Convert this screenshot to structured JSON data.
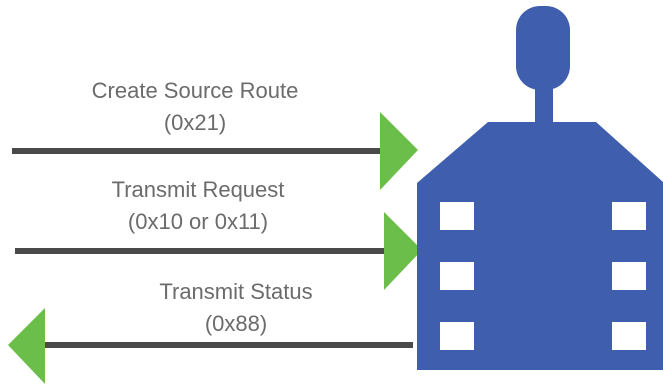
{
  "colors": {
    "arrow_line": "#4a4a4a",
    "arrow_head": "#6cbe4b",
    "device_body": "#3f5fae",
    "device_slot": "#ffffff",
    "label_text": "#6b6b6b"
  },
  "messages": [
    {
      "name": "Create Source Route",
      "code": "(0x21)",
      "direction": "to-device"
    },
    {
      "name": "Transmit Request",
      "code": "(0x10 or 0x11)",
      "direction": "to-device"
    },
    {
      "name": "Transmit Status",
      "code": "(0x88)",
      "direction": "from-device"
    }
  ],
  "device": {
    "icon": "xbee-radio-module-icon",
    "slots_per_side": 3
  }
}
